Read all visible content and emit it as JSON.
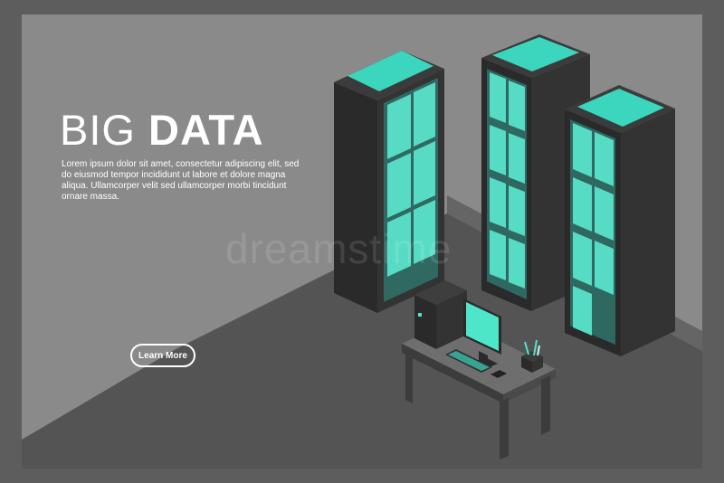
{
  "hero": {
    "title_light": "BIG ",
    "title_bold": "DATA",
    "body": "Lorem ipsum dolor sit amet, consectetur adipiscing elit, sed do eiusmod tempor incididunt ut labore et dolore magna aliqua. Ullamcorper velit sed ullamcorper morbi tincidunt ornare massa.",
    "cta_label": "Learn More"
  },
  "watermark": "dreamstime",
  "colors": {
    "background": "#8a8a8a",
    "frame": "#5d5d5d",
    "rack_dark": "#2b2b2b",
    "rack_mid": "#3a3a3a",
    "glow": "#4ee6c9"
  }
}
